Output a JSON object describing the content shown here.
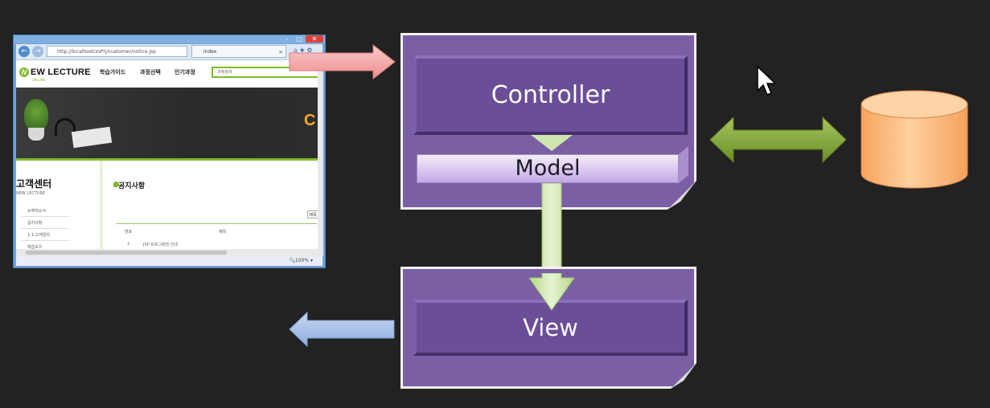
{
  "browser": {
    "address": "http://localhost/xsPrj/customer/notice.jsp",
    "tab_label": "index",
    "tab_close": "×",
    "window_buttons": [
      "–",
      "□",
      "✕"
    ],
    "toolbar_icons": "⌂★⚙",
    "zoom": "🔍100%  ▾",
    "site": {
      "logo_letter": "N",
      "logo_text": "EW LECTURE",
      "logo_sub": "ON-LINE",
      "nav": [
        "학습가이드",
        "과정선택",
        "인기과정"
      ],
      "search_placeholder": "과정검색",
      "banner_text": "C",
      "sidebar_title": "고객센터",
      "sidebar_subtitle": "NEW LECTURE",
      "sidebar_items": [
        "뉴렉처소식",
        "공지사항",
        "1:1 고객문의",
        "학습도우"
      ],
      "content_title": "공지사항",
      "subject_button": "제목",
      "table_headers": [
        "번호",
        "제목"
      ],
      "table_row": [
        "1",
        "JSP 프로그래밍 안내"
      ]
    }
  },
  "diagram": {
    "controller_label": "Controller",
    "model_label": "Model",
    "view_label": "View"
  },
  "colors": {
    "panel": "#7a5fa4",
    "request_arrow": "#f4a6a6",
    "response_arrow": "#9cb9e3",
    "db_arrow": "#7ca232",
    "flow_arrow": "#c9e3a4",
    "database": "#fbb979"
  },
  "icons": [
    "mouse-cursor-icon",
    "database-icon"
  ]
}
